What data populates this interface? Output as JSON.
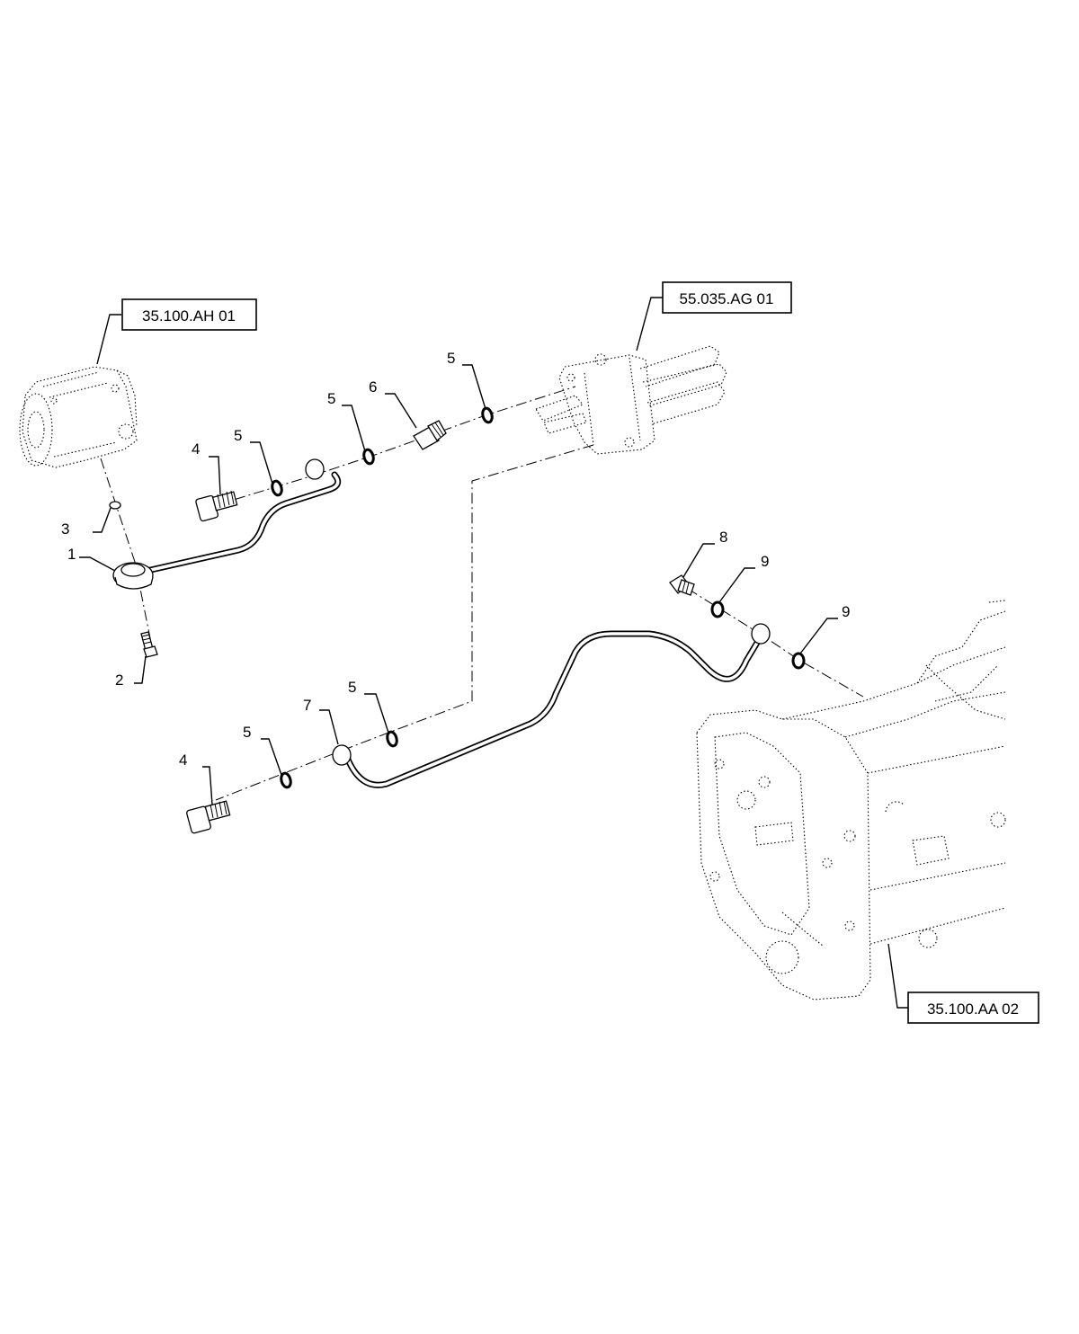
{
  "references": {
    "pump": "35.100.AH 01",
    "valve": "55.035.AG 01",
    "housing": "35.100.AA 02"
  },
  "items": {
    "i1": "1",
    "i2": "2",
    "i3": "3",
    "i4a": "4",
    "i4b": "4",
    "i5a": "5",
    "i5b": "5",
    "i5c": "5",
    "i5d": "5",
    "i5e": "5",
    "i6": "6",
    "i7": "7",
    "i8": "8",
    "i9a": "9",
    "i9b": "9"
  }
}
